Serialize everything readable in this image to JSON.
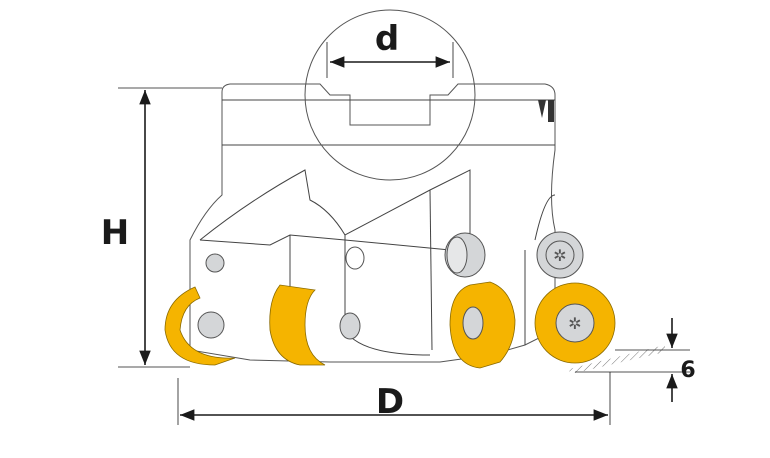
{
  "dimensions": {
    "bore_diameter": "d",
    "height": "H",
    "cutter_diameter": "D",
    "depth_of_cut": "6"
  },
  "colors": {
    "insert": "#F5B400",
    "outline": "#555555",
    "dimension": "#1a1a1a",
    "screw": "#d4d6d8"
  }
}
